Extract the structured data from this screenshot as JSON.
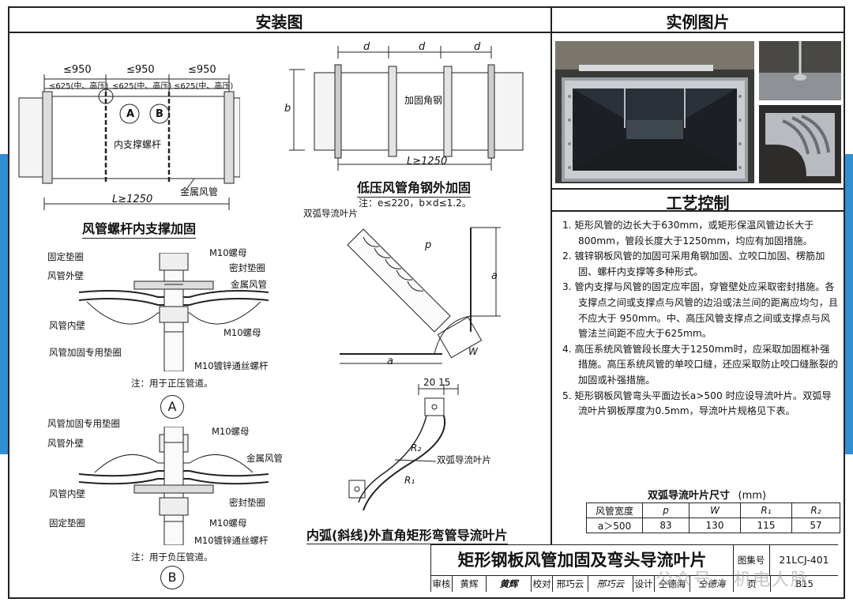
{
  "sections": {
    "install": "安装图",
    "photos": "实例图片",
    "process": "工艺控制"
  },
  "fig1": {
    "dims_top": [
      "≤950",
      "≤950",
      "≤950"
    ],
    "dims_sub": [
      "≤625(中、高压)",
      "≤625(中、高压)",
      "≤625(中、高压)"
    ],
    "marker_a": "A",
    "marker_b": "B",
    "label_rod": "内支撑螺杆",
    "label_duct": "金属风管",
    "length": "L≥1250",
    "caption": "风管螺杆内支撑加固"
  },
  "fig2": {
    "d": "d",
    "b": "b",
    "label_angle": "加固角钢",
    "length": "L≥1250",
    "caption": "低压风管角钢外加固",
    "note": "注：e≤220，b×d≤1.2。"
  },
  "detailA": {
    "labels_left": [
      "固定垫圈",
      "风管外壁",
      "风管内壁",
      "风管加固专用垫圈"
    ],
    "labels_right": [
      "M10螺母",
      "密封垫圈",
      "金属风管",
      "M10螺母",
      "M10镀锌通丝螺杆"
    ],
    "note": "注：用于正压管道。",
    "marker": "A"
  },
  "detailB": {
    "labels_left": [
      "风管加固专用垫圈",
      "风管外壁",
      "风管内壁",
      "固定垫圈"
    ],
    "labels_right": [
      "M10螺母",
      "金属风管",
      "密封垫圈",
      "M10螺母",
      "M10镀锌通丝螺杆"
    ],
    "note": "注：用于负压管道。",
    "marker": "B"
  },
  "fig3": {
    "label_vane": "双弧导流叶片",
    "p": "p",
    "a_side": "a",
    "a_bottom": "a",
    "w": "W",
    "dims": "20 15",
    "r1": "R₁",
    "r2": "R₂",
    "label_vane2": "双弧导流叶片",
    "caption": "内弧(斜线)外直角矩形弯管导流叶片"
  },
  "requirements": [
    "1. 矩形风管的边长大于630mm，或矩形保温风管边长大于800mm，管段长度大于1250mm，均应有加固措施。",
    "2. 镀锌钢板风管的加固可采用角钢加固、立咬口加固、楞筋加固、螺杆内支撑等多种形式。",
    "3. 管内支撑与风管的固定应牢固，穿管壁处应采取密封措施。各支撑点之间或支撑点与风管的边沿或法兰间的距离应均匀，且不应大于 950mm。中、高压风管支撑点之间或支撑点与风管法兰间距不应大于625mm。",
    "4. 高压系统风管管段长度大于1250mm时，应采取加固框补强措施。高压系统风管的单咬口缝，还应采取防止咬口缝胀裂的加固或补强措施。",
    "5. 矩形钢板风管弯头平面边长a>500 时应设导流叶片。双弧导流叶片钢板厚度为0.5mm，导流叶片规格见下表。"
  ],
  "vane_table": {
    "title": "双弧导流叶片尺寸",
    "unit": "(mm)",
    "headers": [
      "风管宽度",
      "p",
      "W",
      "R₁",
      "R₂"
    ],
    "row": [
      "a＞500",
      "83",
      "130",
      "115",
      "57"
    ]
  },
  "title_block": {
    "title": "矩形钢板风管加固及弯头导流叶片",
    "atlas_label": "图集号",
    "atlas_no": "21LCJ-401",
    "review_label": "审核",
    "reviewer": "黄辉",
    "review_sig": "黄辉",
    "check_label": "校对",
    "checker": "邢巧云",
    "check_sig": "邢巧云",
    "design_label": "设计",
    "designer": "仝德海",
    "design_sig": "仝德海",
    "page_label": "页",
    "page_no": "B15"
  },
  "watermark": "公众号 · 机电人脉",
  "colors": {
    "accent": "#2f8fd0",
    "line": "#222222"
  }
}
